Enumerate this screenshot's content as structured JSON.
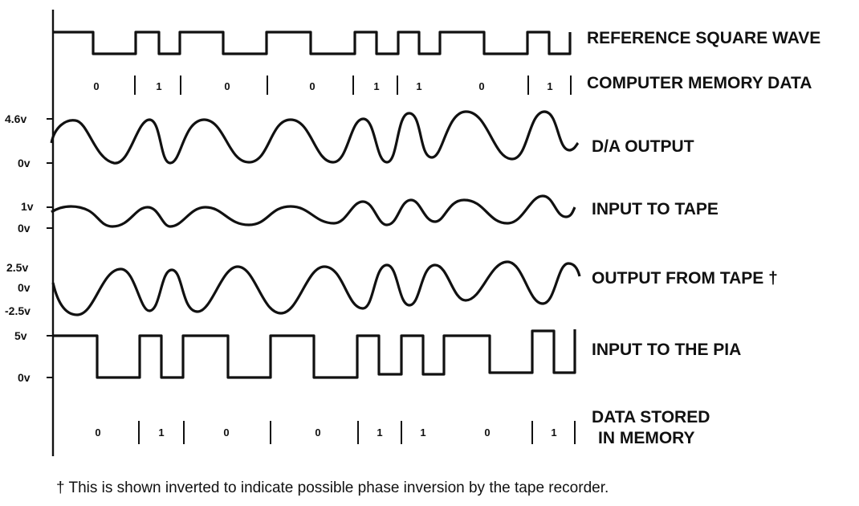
{
  "labels": {
    "reference_square_wave": "REFERENCE SQUARE WAVE",
    "computer_memory_data": "COMPUTER MEMORY DATA",
    "da_output": "D/A OUTPUT",
    "input_to_tape": "INPUT TO TAPE",
    "output_from_tape": "OUTPUT FROM TAPE †",
    "input_to_pia": "INPUT TO THE PIA",
    "data_stored_line1": "DATA STORED",
    "data_stored_line2": "IN MEMORY"
  },
  "voltages": {
    "da_high": "4.6v",
    "da_low": "0v",
    "tape_in_high": "1v",
    "tape_in_low": "0v",
    "tape_out_high": "2.5v",
    "tape_out_mid": "0v",
    "tape_out_low": "-2.5v",
    "pia_high": "5v",
    "pia_low": "0v"
  },
  "memory_bits": [
    "0",
    "1",
    "0",
    "0",
    "1",
    "1",
    "0",
    "1"
  ],
  "stored_bits": [
    "0",
    "1",
    "0",
    "0",
    "1",
    "1",
    "0",
    "1"
  ],
  "footnote": "† This is shown inverted to indicate possible phase inversion by the tape recorder."
}
